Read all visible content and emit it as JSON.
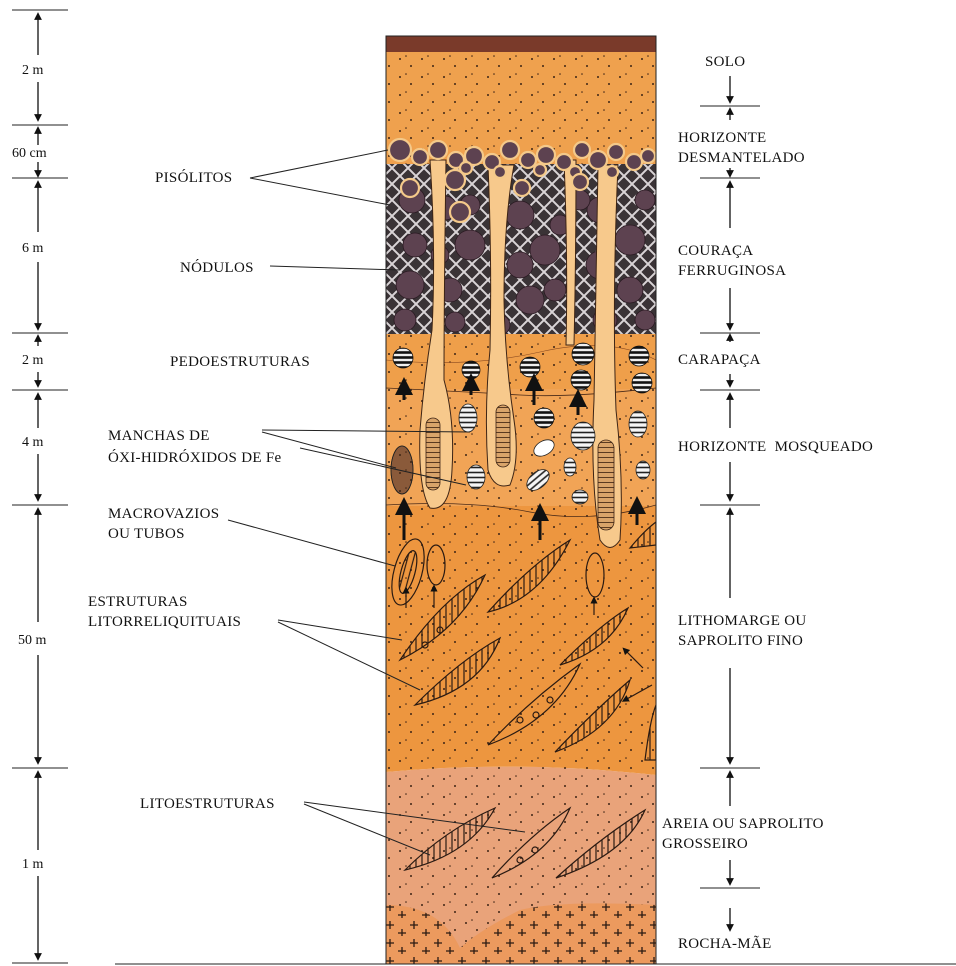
{
  "thickness_labels": [
    "2 m",
    "60 cm",
    "6 m",
    "2 m",
    "4 m",
    "50 m",
    "1 m"
  ],
  "horizons": [
    "SOLO",
    "HORIZONTE",
    "DESMANTELADO",
    "COURAÇA",
    "FERRUGINOSA",
    "CARAPAÇA",
    "HORIZONTE  MOSQUEADO",
    "LITHOMARGE OU",
    "SAPROLITO FINO",
    "AREIA OU SAPROLITO",
    "GROSSEIRO",
    "ROCHA-MÃE"
  ],
  "features": [
    "PISÓLITOS",
    "NÓDULOS",
    "PEDOESTRUTURAS",
    "MANCHAS DE",
    "ÓXI-HIDRÓXIDOS DE Fe",
    "MACROVAZIOS",
    "OU TUBOS",
    "ESTRUTURAS",
    "LITORRELIQUITUAIS",
    "LITOESTRUTURAS"
  ],
  "colors": {
    "soil_top": "#7a3a2a",
    "soil": "#efa14e",
    "cuirass_bg": "#3a3336",
    "cuirass_mesh": "#d9d4d6",
    "nodule": "#5d4250",
    "pisolite_rim": "#f4c98a",
    "tube": "#f7c98c",
    "carapace": "#ef9f4a",
    "mottled": "#f1a456",
    "lithomarge": "#ed963f",
    "sand": "#e9a37a",
    "bedrock": "#ec9a5e"
  }
}
